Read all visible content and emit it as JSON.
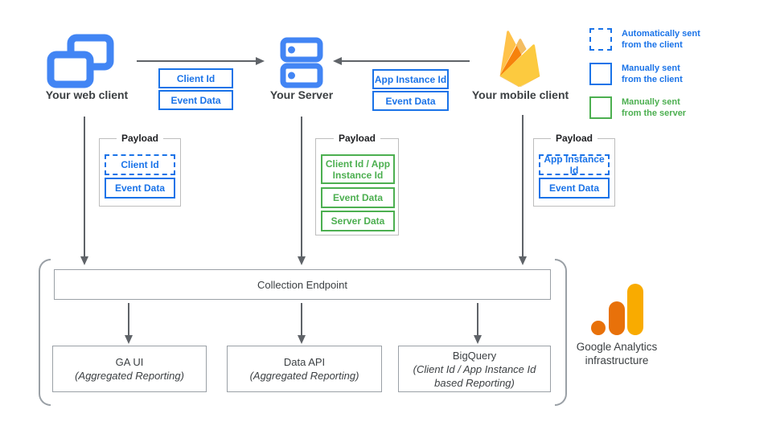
{
  "clients": {
    "web": {
      "label": "Your web client",
      "icon": "overlapping-windows-icon"
    },
    "server": {
      "label": "Your Server",
      "icon": "server-stack-icon"
    },
    "mobile": {
      "label": "Your mobile client",
      "icon": "firebase-flame-icon"
    }
  },
  "flows": {
    "web_to_server": {
      "items": [
        "Client Id",
        "Event Data"
      ]
    },
    "mobile_to_server": {
      "items": [
        "App Instance Id",
        "Event Data"
      ]
    }
  },
  "legend": {
    "items": [
      {
        "label": "Automatically sent from the client",
        "swatch": "dashed-blue"
      },
      {
        "label": "Manually sent from the client",
        "swatch": "solid-blue"
      },
      {
        "label": "Manually sent from the server",
        "swatch": "solid-green"
      }
    ]
  },
  "payloads": {
    "web": {
      "title": "Payload",
      "items": [
        {
          "label": "Client Id",
          "style": "dashed-blue"
        },
        {
          "label": "Event Data",
          "style": "solid-blue"
        }
      ]
    },
    "server": {
      "title": "Payload",
      "items": [
        {
          "label": "Client Id / App Instance Id",
          "style": "solid-green"
        },
        {
          "label": "Event Data",
          "style": "solid-green"
        },
        {
          "label": "Server Data",
          "style": "solid-green"
        }
      ]
    },
    "mobile": {
      "title": "Payload",
      "items": [
        {
          "label": "App Instance Id",
          "style": "dashed-blue"
        },
        {
          "label": "Event Data",
          "style": "solid-blue"
        }
      ]
    }
  },
  "infrastructure": {
    "endpoint_label": "Collection Endpoint",
    "outputs": [
      {
        "title": "GA UI",
        "subtitle": "(Aggregated Reporting)"
      },
      {
        "title": "Data API",
        "subtitle": "(Aggregated Reporting)"
      },
      {
        "title": "BigQuery",
        "subtitle": "(Client Id / App Instance Id based Reporting)"
      }
    ],
    "brand_label": "Google Analytics infrastructure",
    "brand_icon": "google-analytics-logo"
  },
  "colors": {
    "blue": "#1A73E8",
    "green": "#4CAF50",
    "icon_blue": "#4285F4",
    "arrow_gray": "#5F6368",
    "box_gray": "#9AA0A6",
    "ga_orange": "#E8710A",
    "ga_amber": "#F9AB00",
    "firebase_yellow": "#FCCA3F",
    "firebase_orange": "#F6820C",
    "text_dark": "#3C4043"
  }
}
